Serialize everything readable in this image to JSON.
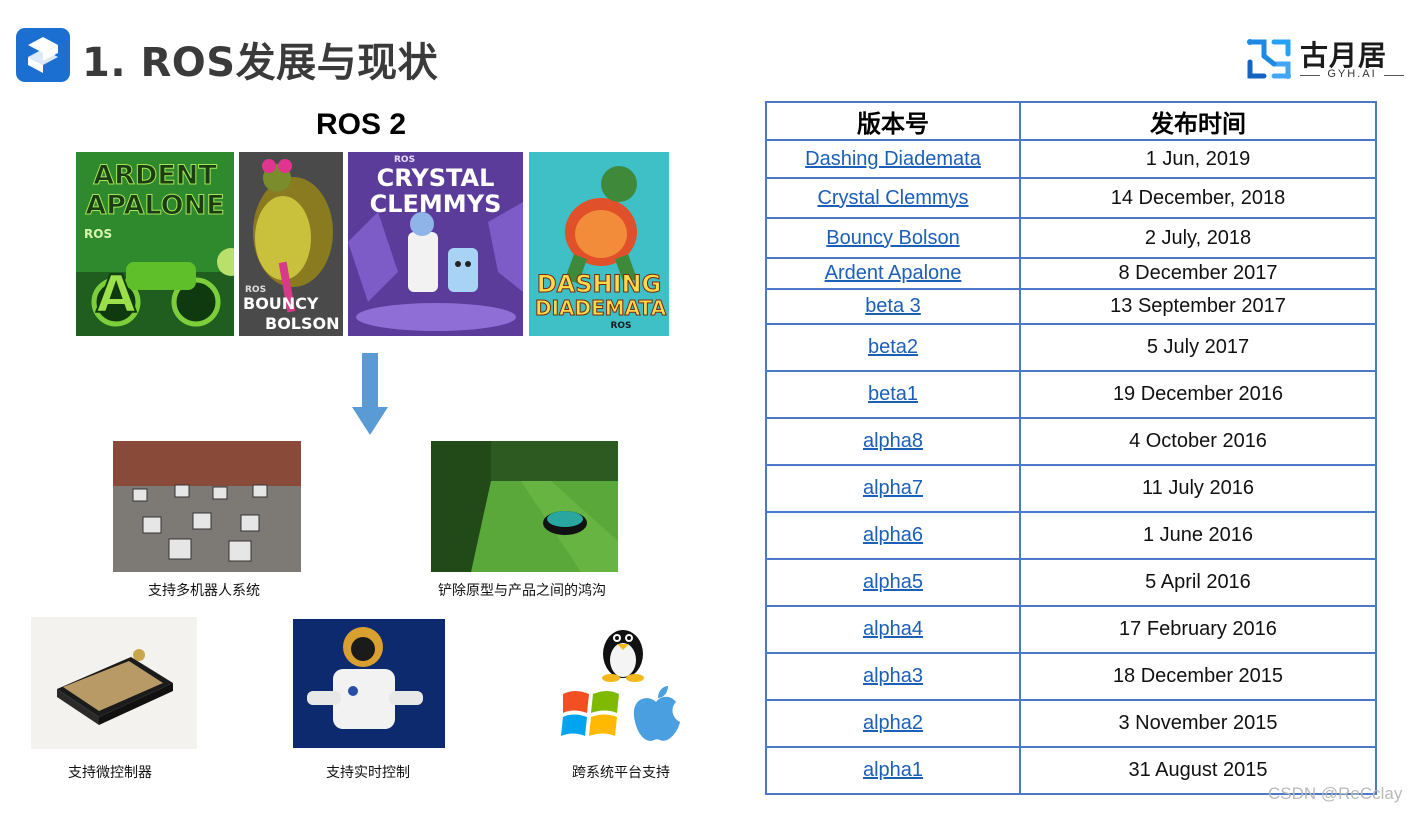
{
  "header": {
    "title": "1. ROS发展与现状",
    "brand_name": "古月居",
    "brand_sub": "GYH.AI"
  },
  "ros2": {
    "heading": "ROS 2",
    "posters": [
      {
        "line1": "ARDENT",
        "line2": "APALONE",
        "tag": "ROS"
      },
      {
        "line1": "BOUNCY",
        "line2": "BOLSON",
        "tag": "ROS"
      },
      {
        "line1": "CRYSTAL",
        "line2": "CLEMMYS",
        "tag": "ROS"
      },
      {
        "line1": "DASHING",
        "line2": "DIADEMATA",
        "tag": "ROS"
      }
    ]
  },
  "features": {
    "multi_robot": "支持多机器人系统",
    "prototype_gap": "铲除原型与产品之间的鸿沟",
    "microcontroller": "支持微控制器",
    "realtime": "支持实时控制",
    "cross_platform": "跨系统平台支持"
  },
  "table": {
    "headers": [
      "版本号",
      "发布时间"
    ],
    "rows": [
      {
        "version": "Dashing Diademata",
        "date": "1 Jun, 2019"
      },
      {
        "version": "Crystal Clemmys",
        "date": "14 December, 2018"
      },
      {
        "version": "Bouncy Bolson",
        "date": "2 July, 2018"
      },
      {
        "version": "Ardent Apalone",
        "date": "8 December 2017"
      },
      {
        "version": "beta 3",
        "date": "13 September 2017"
      },
      {
        "version": "beta2",
        "date": "5 July 2017"
      },
      {
        "version": "beta1",
        "date": "19 December 2016"
      },
      {
        "version": "alpha8",
        "date": "4 October 2016"
      },
      {
        "version": "alpha7",
        "date": "11 July 2016"
      },
      {
        "version": "alpha6",
        "date": "1 June 2016"
      },
      {
        "version": "alpha5",
        "date": "5 April 2016"
      },
      {
        "version": "alpha4",
        "date": "17 February 2016"
      },
      {
        "version": "alpha3",
        "date": "18 December 2015"
      },
      {
        "version": "alpha2",
        "date": "3 November 2015"
      },
      {
        "version": "alpha1",
        "date": "31 August 2015"
      }
    ]
  },
  "watermark": "CSDN @ReCclay",
  "colors": {
    "accent_blue": "#1a6fd1",
    "table_border": "#4b79c7",
    "link": "#1b5fb8",
    "arrow": "#5b9bd5"
  },
  "icons": [
    "ros-logo-icon",
    "gyh-brand-icon",
    "down-arrow-icon",
    "linux-penguin-icon",
    "windows-icon",
    "apple-icon"
  ]
}
